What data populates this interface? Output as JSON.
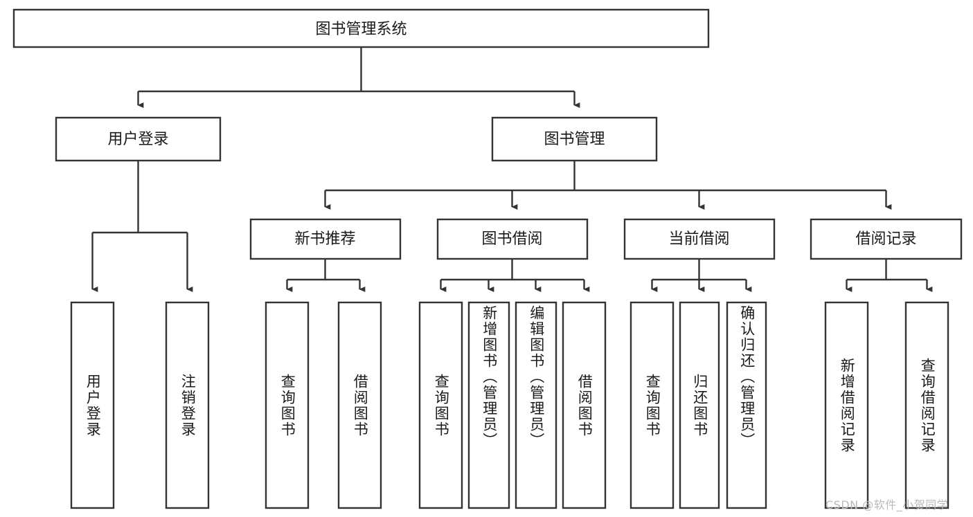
{
  "diagram": {
    "type": "tree",
    "title": "图书管理系统",
    "orientation": "top-down",
    "colors": {
      "box_stroke": "#333333",
      "box_fill": "#ffffff",
      "text": "#1a1a1a",
      "connector": "#333333",
      "watermark": "#b9b9b9",
      "background": "#ffffff"
    },
    "root": {
      "label": "图书管理系统",
      "children": [
        {
          "label": "用户登录",
          "children": [
            {
              "label": "用户登录"
            },
            {
              "label": "注销登录"
            }
          ]
        },
        {
          "label": "图书管理",
          "children": [
            {
              "label": "新书推荐",
              "children": [
                {
                  "label": "查询图书"
                },
                {
                  "label": "借阅图书"
                }
              ]
            },
            {
              "label": "图书借阅",
              "children": [
                {
                  "label": "查询图书"
                },
                {
                  "label": "新增图书（管理员）"
                },
                {
                  "label": "编辑图书（管理员）"
                },
                {
                  "label": "借阅图书"
                }
              ]
            },
            {
              "label": "当前借阅",
              "children": [
                {
                  "label": "查询图书"
                },
                {
                  "label": "归还图书"
                },
                {
                  "label": "确认归还（管理员）"
                }
              ]
            },
            {
              "label": "借阅记录",
              "children": [
                {
                  "label": "新增借阅记录"
                },
                {
                  "label": "查询借阅记录"
                }
              ]
            }
          ]
        }
      ]
    },
    "nodes": {
      "root": {
        "label": "图书管理系统"
      },
      "l2": [
        {
          "label": "用户登录"
        },
        {
          "label": "图书管理"
        }
      ],
      "l3": [
        {
          "label": "新书推荐"
        },
        {
          "label": "图书借阅"
        },
        {
          "label": "当前借阅"
        },
        {
          "label": "借阅记录"
        }
      ],
      "leaves": [
        {
          "label": "用户登录"
        },
        {
          "label": "注销登录"
        },
        {
          "label": "查询图书"
        },
        {
          "label": "借阅图书"
        },
        {
          "label": "查询图书"
        },
        {
          "label": "新增图书（管理员）"
        },
        {
          "label": "编辑图书（管理员）"
        },
        {
          "label": "借阅图书"
        },
        {
          "label": "查询图书"
        },
        {
          "label": "归还图书"
        },
        {
          "label": "确认归还（管理员）"
        },
        {
          "label": "新增借阅记录"
        },
        {
          "label": "查询借阅记录"
        }
      ]
    }
  },
  "watermark": {
    "text": "CSDN @软件_小贺同学"
  }
}
